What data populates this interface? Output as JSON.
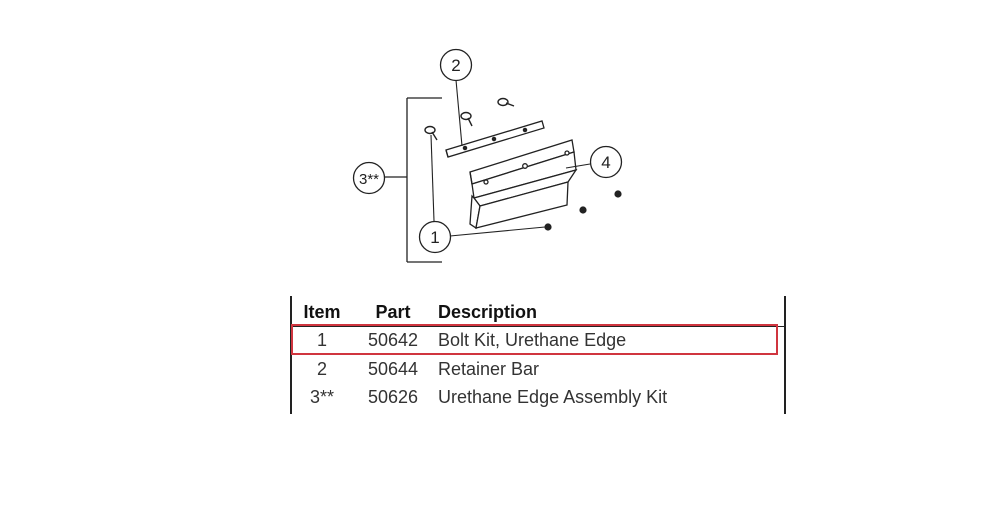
{
  "callouts": {
    "c1": "1",
    "c2": "2",
    "c3": "3**",
    "c4": "4"
  },
  "table": {
    "headers": {
      "item": "Item",
      "part": "Part",
      "description": "Description"
    },
    "rows": [
      {
        "item": "1",
        "part": "50642",
        "description": "Bolt Kit, Urethane Edge"
      },
      {
        "item": "2",
        "part": "50644",
        "description": "Retainer Bar"
      },
      {
        "item": "3**",
        "part": "50626",
        "description": "Urethane Edge Assembly Kit"
      }
    ],
    "highlighted_row": 0
  },
  "colors": {
    "highlight": "#d0353f",
    "lines": "#222222"
  }
}
